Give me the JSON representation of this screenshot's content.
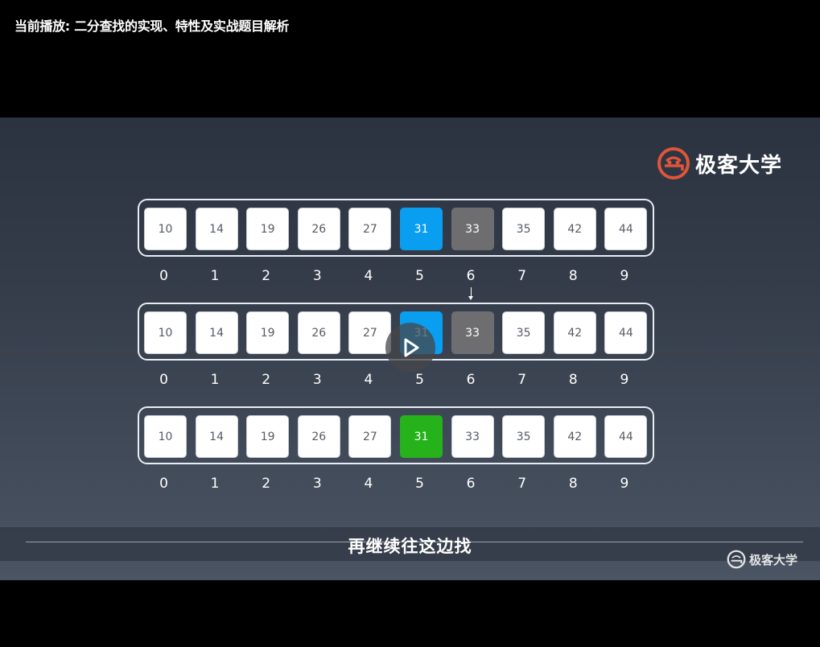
{
  "player": {
    "now_playing_label": "当前播放:",
    "now_playing_title": "二分查找的实现、特性及实战题目解析"
  },
  "brand": {
    "name": "极客大学",
    "watermark": "极客大学",
    "accent_color": "#e0553a"
  },
  "rows": [
    {
      "cells": [
        {
          "value": "10",
          "state": "normal"
        },
        {
          "value": "14",
          "state": "normal"
        },
        {
          "value": "19",
          "state": "normal"
        },
        {
          "value": "26",
          "state": "normal"
        },
        {
          "value": "27",
          "state": "normal"
        },
        {
          "value": "31",
          "state": "blue"
        },
        {
          "value": "33",
          "state": "gray"
        },
        {
          "value": "35",
          "state": "normal"
        },
        {
          "value": "42",
          "state": "normal"
        },
        {
          "value": "44",
          "state": "normal"
        }
      ],
      "indices": [
        "0",
        "1",
        "2",
        "3",
        "4",
        "5",
        "6",
        "7",
        "8",
        "9"
      ]
    },
    {
      "cells": [
        {
          "value": "10",
          "state": "normal"
        },
        {
          "value": "14",
          "state": "normal"
        },
        {
          "value": "19",
          "state": "normal"
        },
        {
          "value": "26",
          "state": "normal"
        },
        {
          "value": "27",
          "state": "normal"
        },
        {
          "value": "31",
          "state": "blue"
        },
        {
          "value": "33",
          "state": "gray"
        },
        {
          "value": "35",
          "state": "normal"
        },
        {
          "value": "42",
          "state": "normal"
        },
        {
          "value": "44",
          "state": "normal"
        }
      ],
      "indices": [
        "0",
        "1",
        "2",
        "3",
        "4",
        "5",
        "6",
        "7",
        "8",
        "9"
      ]
    },
    {
      "cells": [
        {
          "value": "10",
          "state": "normal"
        },
        {
          "value": "14",
          "state": "normal"
        },
        {
          "value": "19",
          "state": "normal"
        },
        {
          "value": "26",
          "state": "normal"
        },
        {
          "value": "27",
          "state": "normal"
        },
        {
          "value": "31",
          "state": "green"
        },
        {
          "value": "33",
          "state": "normal"
        },
        {
          "value": "35",
          "state": "normal"
        },
        {
          "value": "42",
          "state": "normal"
        },
        {
          "value": "44",
          "state": "normal"
        }
      ],
      "indices": [
        "0",
        "1",
        "2",
        "3",
        "4",
        "5",
        "6",
        "7",
        "8",
        "9"
      ]
    }
  ],
  "subtitle": "再继续往这边找",
  "colors": {
    "blue": "#0a9ef0",
    "gray": "#6e6e70",
    "green": "#25b21a"
  }
}
